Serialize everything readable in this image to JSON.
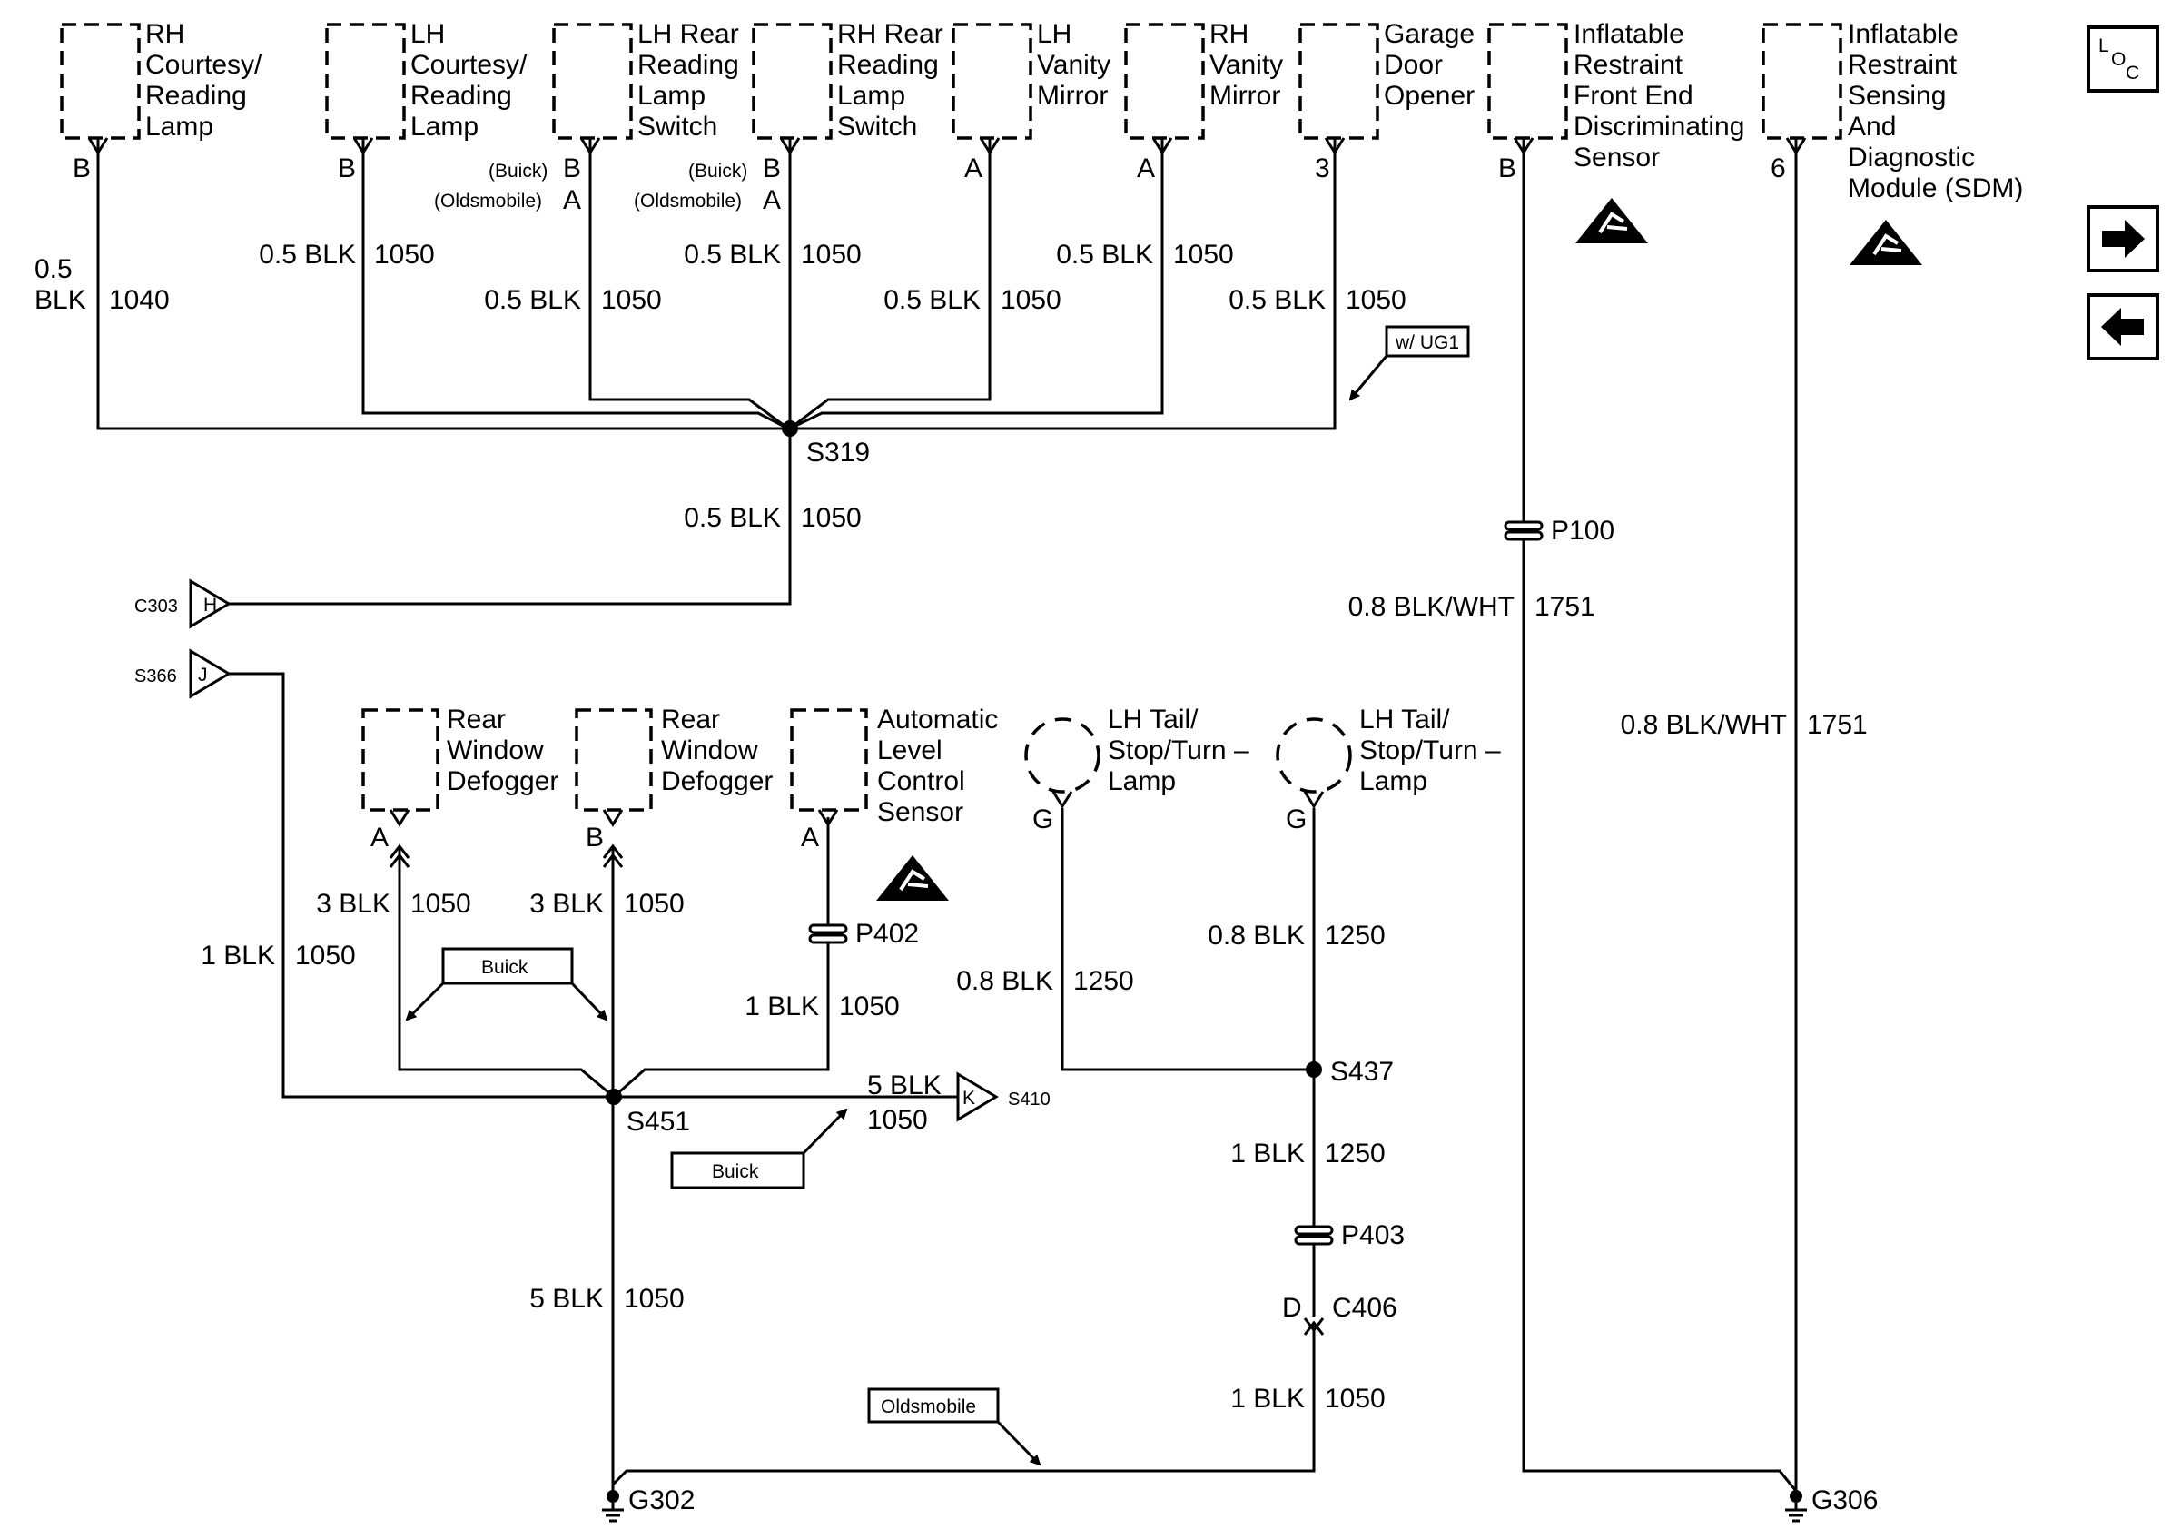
{
  "components": {
    "rh_courtesy": [
      "RH",
      "Courtesy/",
      "Reading",
      "Lamp"
    ],
    "lh_courtesy": [
      "LH",
      "Courtesy/",
      "Reading",
      "Lamp"
    ],
    "lh_rear_switch": [
      "LH Rear",
      "Reading",
      "Lamp",
      "Switch"
    ],
    "rh_rear_switch": [
      "RH Rear",
      "Reading",
      "Lamp",
      "Switch"
    ],
    "lh_vanity": [
      "LH",
      "Vanity",
      "Mirror"
    ],
    "rh_vanity": [
      "RH",
      "Vanity",
      "Mirror"
    ],
    "garage_door": [
      "Garage",
      "Door",
      "Opener"
    ],
    "front_sensor": [
      "Inflatable",
      "Restraint",
      "Front End",
      "Discriminating",
      "Sensor"
    ],
    "sdm": [
      "Inflatable",
      "Restraint",
      "Sensing",
      "And",
      "Diagnostic",
      "Module (SDM)"
    ],
    "rear_defogger_a": [
      "Rear",
      "Window",
      "Defogger"
    ],
    "rear_defogger_b": [
      "Rear",
      "Window",
      "Defogger"
    ],
    "level_sensor": [
      "Automatic",
      "Level",
      "Control",
      "Sensor"
    ],
    "lh_tail_1": [
      "LH Tail/",
      "Stop/Turn –",
      "Lamp"
    ],
    "lh_tail_2": [
      "LH Tail/",
      "Stop/Turn –",
      "Lamp"
    ]
  },
  "pins": {
    "rh_courtesy": "B",
    "lh_courtesy": "B",
    "lh_rear_buick": "B",
    "lh_rear_olds": "A",
    "rh_rear_buick": "B",
    "rh_rear_olds": "A",
    "lh_vanity": "A",
    "rh_vanity": "A",
    "garage_door": "3",
    "front_sensor": "B",
    "sdm": "6",
    "defog_a": "A",
    "defog_b": "B",
    "level_sensor": "A",
    "tail_1": "G",
    "tail_2": "G",
    "c406_pin": "D"
  },
  "variants": {
    "buick": "(Buick)",
    "olds": "(Oldsmobile)"
  },
  "wires": {
    "w1040_gauge": [
      "0.5",
      "BLK"
    ],
    "w1040_circuit": "1040",
    "blk05": "0.5 BLK",
    "c1050": "1050",
    "blk3": "3 BLK",
    "blk1": "1 BLK",
    "blk5": "5 BLK",
    "blk08": "0.8 BLK",
    "c1250": "1250",
    "blkwht": "0.8 BLK/WHT",
    "c1751": "1751"
  },
  "splices": {
    "s319": "S319",
    "s451": "S451",
    "s437": "S437"
  },
  "connectors": {
    "p100": "P100",
    "p402": "P402",
    "p403": "P403",
    "c406": "C406",
    "c303": "C303",
    "c303_pin": "H",
    "s366": "S366",
    "s366_pin": "J",
    "s410": "S410",
    "s410_pin": "K"
  },
  "grounds": {
    "g302": "G302",
    "g306": "G306"
  },
  "notes": {
    "ug1": "w/ UG1",
    "buick": "Buick",
    "olds": "Oldsmobile"
  },
  "nav": {
    "loc_l": "L",
    "loc_o": "O",
    "loc_c": "C"
  },
  "icons": {
    "esd_symbol": "esd-warning-icon",
    "next_page": "arrow-right-icon",
    "prev_page": "arrow-left-icon",
    "ground_symbol": "ground-icon"
  }
}
